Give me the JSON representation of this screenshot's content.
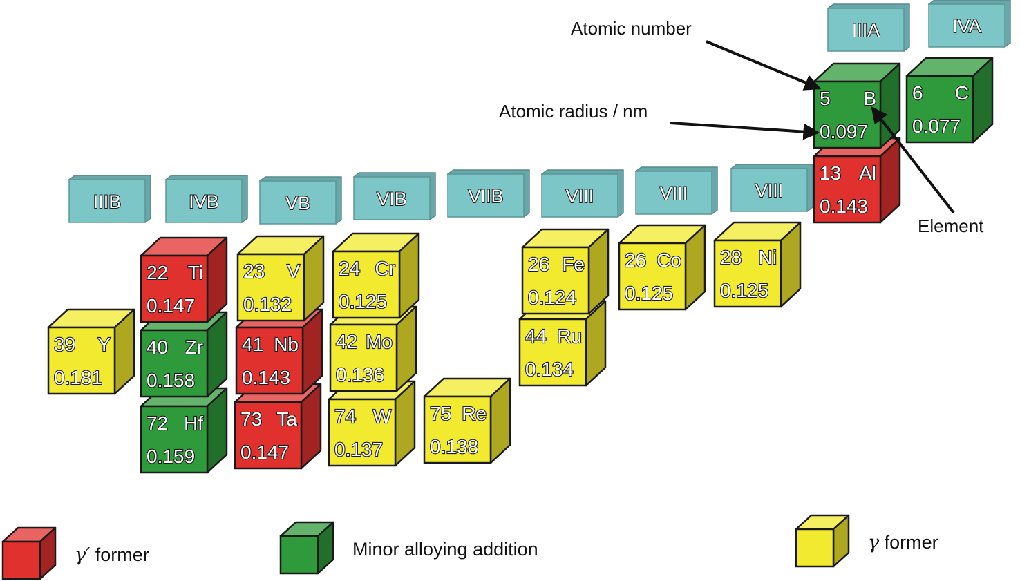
{
  "colors": {
    "gamma_prime_former": "#e0312f",
    "minor_alloying": "#2f9a3c",
    "gamma_former": "#f2ea2e",
    "group_header": "#7cc6c8",
    "outline": "#1a1a1a"
  },
  "group_headers": [
    "IIIA",
    "IVA",
    "IIIB",
    "IVB",
    "VB",
    "VIB",
    "VIIB",
    "VIII",
    "VIII",
    "VIII"
  ],
  "elements": [
    {
      "number": "5",
      "symbol": "B",
      "radius": "0.097",
      "category": "minor_alloying"
    },
    {
      "number": "6",
      "symbol": "C",
      "radius": "0.077",
      "category": "minor_alloying"
    },
    {
      "number": "13",
      "symbol": "Al",
      "radius": "0.143",
      "category": "gamma_prime_former"
    },
    {
      "number": "22",
      "symbol": "Ti",
      "radius": "0.147",
      "category": "gamma_prime_former"
    },
    {
      "number": "23",
      "symbol": "V",
      "radius": "0.132",
      "category": "gamma_former"
    },
    {
      "number": "24",
      "symbol": "Cr",
      "radius": "0.125",
      "category": "gamma_former"
    },
    {
      "number": "26",
      "symbol": "Fe",
      "radius": "0.124",
      "category": "gamma_former"
    },
    {
      "number": "26",
      "symbol": "Co",
      "radius": "0.125",
      "category": "gamma_former"
    },
    {
      "number": "28",
      "symbol": "Ni",
      "radius": "0.125",
      "category": "gamma_former"
    },
    {
      "number": "39",
      "symbol": "Y",
      "radius": "0.181",
      "category": "gamma_former"
    },
    {
      "number": "40",
      "symbol": "Zr",
      "radius": "0.158",
      "category": "minor_alloying"
    },
    {
      "number": "41",
      "symbol": "Nb",
      "radius": "0.143",
      "category": "gamma_prime_former"
    },
    {
      "number": "42",
      "symbol": "Mo",
      "radius": "0.136",
      "category": "gamma_former"
    },
    {
      "number": "44",
      "symbol": "Ru",
      "radius": "0.134",
      "category": "gamma_former"
    },
    {
      "number": "72",
      "symbol": "Hf",
      "radius": "0.159",
      "category": "minor_alloying"
    },
    {
      "number": "73",
      "symbol": "Ta",
      "radius": "0.147",
      "category": "gamma_prime_former"
    },
    {
      "number": "74",
      "symbol": "W",
      "radius": "0.137",
      "category": "gamma_former"
    },
    {
      "number": "75",
      "symbol": "Re",
      "radius": "0.138",
      "category": "gamma_former"
    }
  ],
  "annotations": {
    "atomic_number": "Atomic number",
    "atomic_radius": "Atomic radius / nm",
    "element": "Element"
  },
  "legend": [
    {
      "symbol": "γ′",
      "label": "former",
      "category": "gamma_prime_former"
    },
    {
      "symbol": "",
      "label": "Minor alloying addition",
      "category": "minor_alloying"
    },
    {
      "symbol": "γ",
      "label": "former",
      "category": "gamma_former"
    }
  ]
}
